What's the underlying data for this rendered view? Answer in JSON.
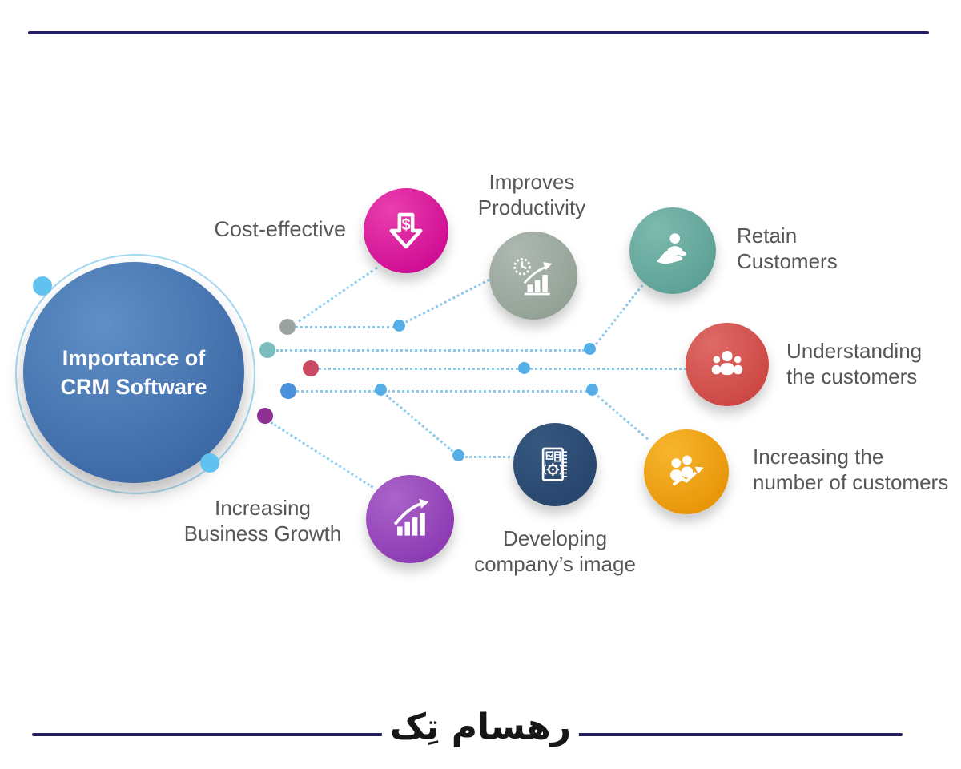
{
  "hub": {
    "title_line1": "Importance of",
    "title_line2": "CRM Software",
    "fill_light": "#5f8fc7",
    "fill_dark": "#3b68a4",
    "ring_color": "#a5d9f3",
    "accent_dot_color": "#62c2ef"
  },
  "nodes": [
    {
      "id": "cost-effective",
      "line1": "Cost-effective",
      "line2": "",
      "color_light": "#ea3eae",
      "color_dark": "#cf0d93",
      "icon": "dollar-down-arrow"
    },
    {
      "id": "improves-productivity",
      "line1": "Improves",
      "line2": "Productivity",
      "color_light": "#aeb9b1",
      "color_dark": "#92a196",
      "icon": "clock-chart"
    },
    {
      "id": "retain-customers",
      "line1": "Retain",
      "line2": "Customers",
      "color_light": "#7db9ae",
      "color_dark": "#5da196",
      "icon": "hand-person"
    },
    {
      "id": "understanding-customers",
      "line1": "Understanding",
      "line2": "the customers",
      "color_light": "#de6a66",
      "color_dark": "#cc4744",
      "icon": "people-group"
    },
    {
      "id": "increasing-customers",
      "line1": "Increasing the",
      "line2": "number of customers",
      "color_light": "#f7b62e",
      "color_dark": "#e89507",
      "icon": "people-growth"
    },
    {
      "id": "developing-image",
      "line1": "Developing",
      "line2": "company’s image",
      "color_light": "#36587f",
      "color_dark": "#27456d",
      "icon": "brochure-gear"
    },
    {
      "id": "business-growth",
      "line1": "Increasing",
      "line2": "Business Growth",
      "color_light": "#aa64c9",
      "color_dark": "#8d3ab3",
      "icon": "growth-chart"
    }
  ],
  "center_dots": [
    {
      "id": "dot-sage",
      "color": "#99a49e"
    },
    {
      "id": "dot-teal",
      "color": "#7cbdbd"
    },
    {
      "id": "dot-red",
      "color": "#cb4a63"
    },
    {
      "id": "dot-blue",
      "color": "#4b92dc"
    },
    {
      "id": "dot-purple",
      "color": "#8e3092"
    }
  ],
  "connector": {
    "line_color": "#8bc9ec",
    "junction_color": "#55aee6"
  },
  "rules": {
    "color": "#241e63"
  },
  "footer": {
    "brand_text": "رهسام تِک"
  }
}
